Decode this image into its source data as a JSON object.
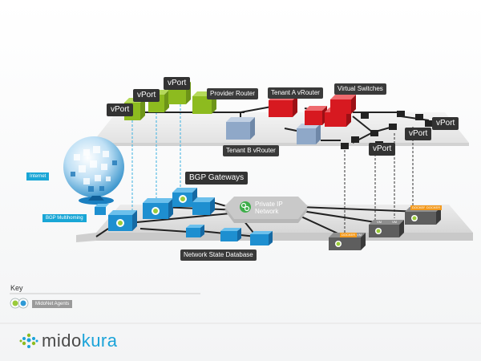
{
  "title": "",
  "labels": {
    "vport_1": "vPort",
    "vport_2": "vPort",
    "vport_3": "vPort",
    "vport_4": "vPort",
    "vport_5": "vPort",
    "provider_router": "Provider Router",
    "tenant_a": "Tenant A vRouter",
    "virtual_switches": "Virtual Switches",
    "tenant_b": "Tenant B vRouter",
    "internet": "Internet",
    "bgp_gateways": "BGP Gateways",
    "bgp_multihoming": "BGP Multihoming",
    "private_ip_line1": "Private IP",
    "private_ip_line2": "Network",
    "network_state_db": "Network State Database",
    "docker_1": "DOCKER",
    "vm_1": "VM",
    "vm_2": "VM",
    "vm_3": "VM",
    "docker_2": "DOCKER",
    "docker_3": "DOCKER"
  },
  "key": {
    "title": "Key",
    "agents_label": "MidoNet Agents"
  },
  "brand": {
    "name_part1": "mido",
    "name_part2": "kura"
  },
  "colors": {
    "green": "#8dbb1f",
    "red": "#d71920",
    "blue": "#1e8fd0",
    "steel": "#8fa8c8",
    "dark": "#3a3a3a",
    "cyan": "#19a6d6",
    "orange": "#f39a1e",
    "brand_grey": "#4a4a4a",
    "brand_blue": "#1aa3d9"
  }
}
